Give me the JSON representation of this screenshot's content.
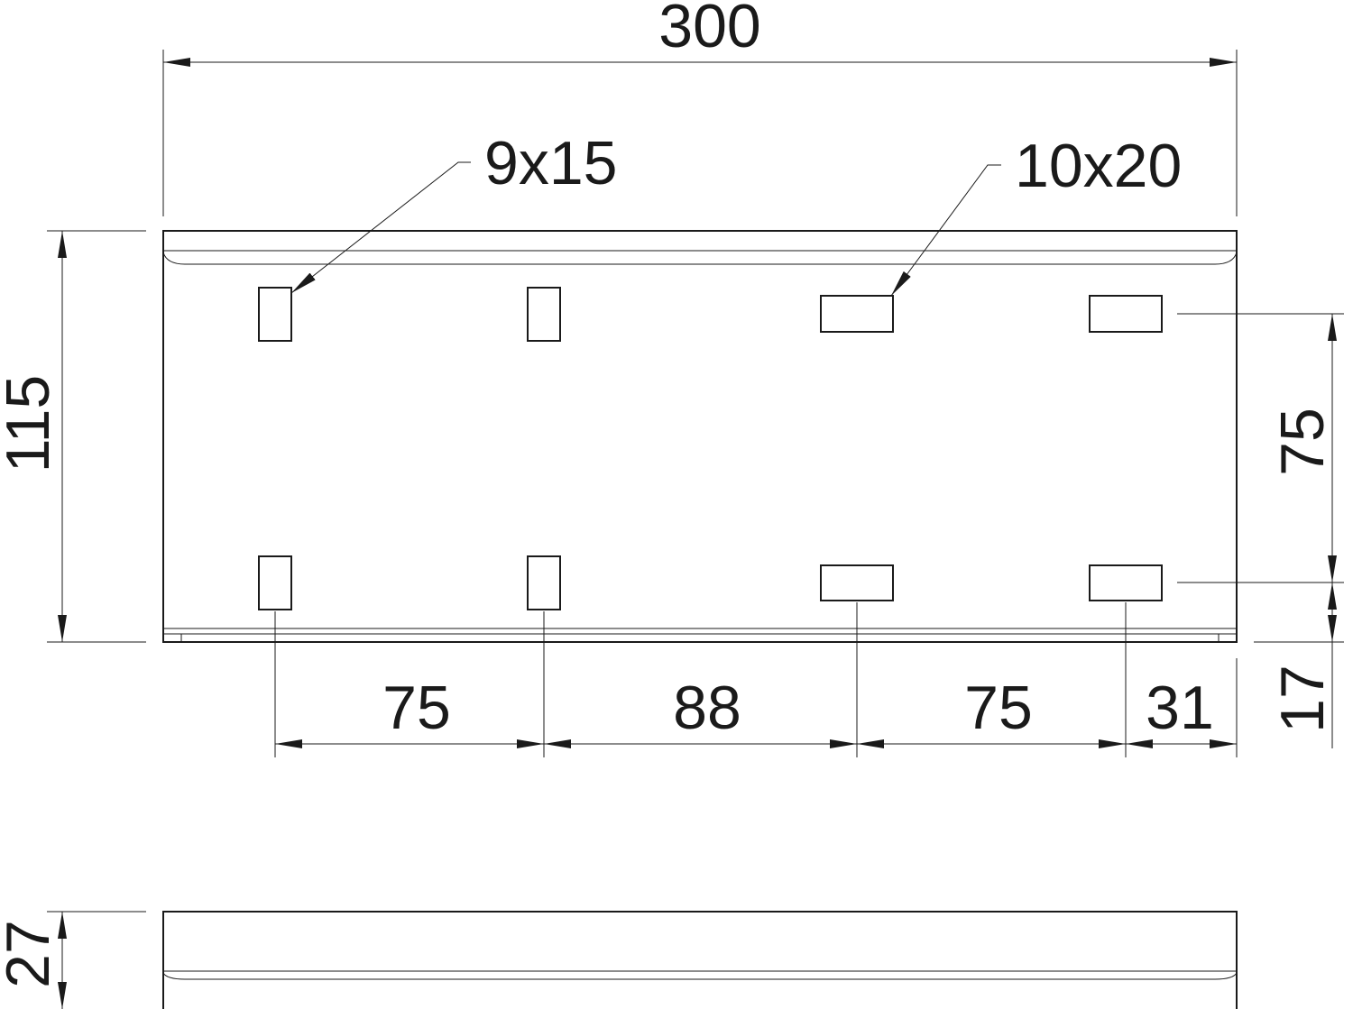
{
  "drawing": {
    "dimensions": {
      "overall_length": "300",
      "overall_width": "115",
      "slot_row_spacing": "75",
      "edge_offset": "17",
      "spacing_1": "75",
      "spacing_2": "88",
      "spacing_3": "75",
      "end_offset": "31",
      "side_height": "27"
    },
    "callouts": {
      "small_slot": "9x15",
      "large_slot": "10x20"
    },
    "colors": {
      "line": "#1a1a1a",
      "background": "#ffffff"
    }
  }
}
